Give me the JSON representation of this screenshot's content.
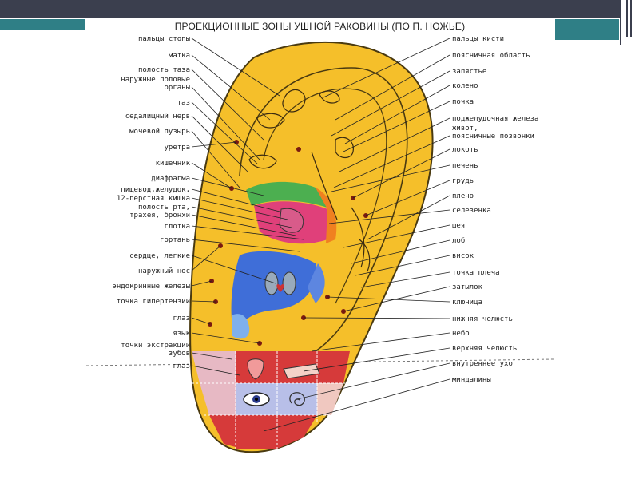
{
  "title": "ПРОЕКЦИОННЫЕ ЗОНЫ УШНОЙ РАКОВИНЫ (ПО П. НОЖЬЕ)",
  "colors": {
    "ear": "#f5bf2a",
    "ear_outline": "#4a3a10",
    "zone_blue": "#3f6ed8",
    "zone_light_blue": "#7fb0ec",
    "zone_pink": "#e0407a",
    "zone_green": "#4caf50",
    "zone_orange": "#f08020",
    "lobe_red": "#d63a3a",
    "lobe_pink": "#e7b9c4",
    "lobe_lilac": "#b8bfe8"
  },
  "labels_left": [
    {
      "id": "toes",
      "text": "пальцы стопы"
    },
    {
      "id": "uterus",
      "text": "матка"
    },
    {
      "id": "pelvic-cavity",
      "text": "полость таза"
    },
    {
      "id": "genitals-1",
      "text": "наружные половые"
    },
    {
      "id": "genitals-2",
      "text": "органы"
    },
    {
      "id": "pelvis",
      "text": "таз"
    },
    {
      "id": "sciatic-nerve",
      "text": "седалищный нерв"
    },
    {
      "id": "bladder",
      "text": "мочевой пузырь"
    },
    {
      "id": "urethra",
      "text": "уретра"
    },
    {
      "id": "intestine",
      "text": "кишечник"
    },
    {
      "id": "diaphragm",
      "text": "диафрагма"
    },
    {
      "id": "esophagus-stomach",
      "text": "пищевод,желудок,"
    },
    {
      "id": "duodenum",
      "text": "12-перстная кишка"
    },
    {
      "id": "mouth-cavity",
      "text": "полость рта,"
    },
    {
      "id": "trachea-bronchi",
      "text": "трахея, бронхи"
    },
    {
      "id": "pharynx",
      "text": "глотка"
    },
    {
      "id": "larynx",
      "text": "гортань"
    },
    {
      "id": "heart-lungs",
      "text": "сердце, легкие"
    },
    {
      "id": "nose",
      "text": "наружный нос"
    },
    {
      "id": "endocrine",
      "text": "эндокринные железы"
    },
    {
      "id": "hypertension",
      "text": "точка гипертензии"
    },
    {
      "id": "eye-1",
      "text": "глаз"
    },
    {
      "id": "tongue",
      "text": "язык"
    },
    {
      "id": "teeth-1",
      "text": "точки экстракции"
    },
    {
      "id": "teeth-2",
      "text": "зубов"
    },
    {
      "id": "eye-2",
      "text": "глаз"
    }
  ],
  "labels_right": [
    {
      "id": "fingers",
      "text": "пальцы кисти"
    },
    {
      "id": "lumbar",
      "text": "поясничная область"
    },
    {
      "id": "wrist",
      "text": "запястье"
    },
    {
      "id": "knee",
      "text": "колено"
    },
    {
      "id": "kidney",
      "text": "почка"
    },
    {
      "id": "pancreas",
      "text": "поджелудочная железа"
    },
    {
      "id": "abdomen",
      "text": "живот,"
    },
    {
      "id": "lumbar-spine",
      "text": "поясничные позвонки"
    },
    {
      "id": "elbow",
      "text": "локоть"
    },
    {
      "id": "liver",
      "text": "печень"
    },
    {
      "id": "chest",
      "text": "грудь"
    },
    {
      "id": "shoulder",
      "text": "плечо"
    },
    {
      "id": "spleen",
      "text": "селезенка"
    },
    {
      "id": "neck",
      "text": "шея"
    },
    {
      "id": "forehead",
      "text": "лоб"
    },
    {
      "id": "temple",
      "text": "висок"
    },
    {
      "id": "shoulder-point",
      "text": "точка плеча"
    },
    {
      "id": "occiput",
      "text": "затылок"
    },
    {
      "id": "clavicle",
      "text": "ключица"
    },
    {
      "id": "lower-jaw",
      "text": "нижняя челюсть"
    },
    {
      "id": "palate",
      "text": "небо"
    },
    {
      "id": "upper-jaw",
      "text": "верхняя челюсть"
    },
    {
      "id": "inner-ear",
      "text": "внутреннее ухо"
    },
    {
      "id": "tonsils",
      "text": "миндалины"
    }
  ]
}
